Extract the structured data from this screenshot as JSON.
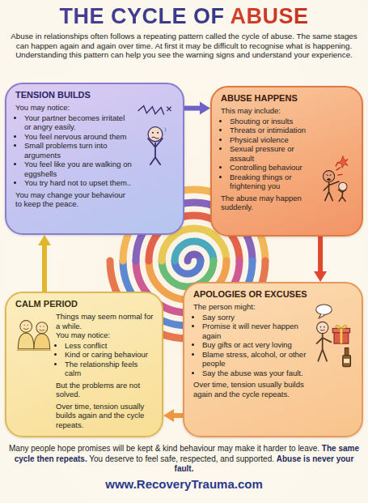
{
  "diagram": {
    "title": "THE CYCLE OF ABUSE",
    "nodes": [
      {
        "text": [
          "TENSION BUILDS",
          "You may notice:",
          "Your partner becomes irritatel or angry easily.",
          "You feel nervous around them",
          "Small problems turn into arguments",
          "You feel like you are walking on eggshells",
          "You try hard not to upset them..",
          "You may change your behaviour to keep the peace."
        ]
      },
      {
        "text": [
          "ABUSE HAPPENS",
          "This may include:",
          "Shouting or insults",
          "Threats or intimidation",
          "Physical violence",
          "Sexual pressure or assault",
          "Controlling behaviour",
          "Breaking things or frightening you",
          "The abuse may happen suddenly."
        ]
      },
      {
        "text": [
          "CALM PERIOD",
          "Things may seem normal for a while.",
          "You may notice:",
          "Less conflict",
          "Kind or caring behaviour",
          "The relationship feels calm",
          "But the problems are not solved.",
          "Over time, tension usually builds again and the cycle repeats."
        ]
      },
      {
        "text": [
          "APOLOGIES OR EXCUSES",
          "The person might:",
          "Say sorry",
          "Promise it will never happen again",
          "Buy gifts or act very loving",
          "Blame stress, alcohol, or other people",
          "Say the abuse was your fault.",
          "Over time, tension usually builds again and the cycle repeats."
        ]
      }
    ],
    "edges": [
      {
        "from": 0,
        "to": 1,
        "arrow": "to"
      },
      {
        "from": 1,
        "to": 3,
        "arrow": "to"
      },
      {
        "from": 3,
        "to": 2,
        "arrow": "to"
      },
      {
        "from": 2,
        "to": 0,
        "arrow": "to"
      }
    ],
    "labels": [
      "Abuse in relationships often follows a repeating pattern called the cycle of abuse. The same stages can happen again and again over time. At first it may be difficult to recognise what is happening. Understanding this pattern can help you see the warning signs and understand your experience.",
      "Many people hope promises will be kept & kind behaviour may make it harder to leave.",
      "The same cycle then repeats.",
      "You deserve to feel safe, respected, and supported.",
      "Abuse is never your fault.",
      "www.RecoveryTrauma.com"
    ]
  }
}
